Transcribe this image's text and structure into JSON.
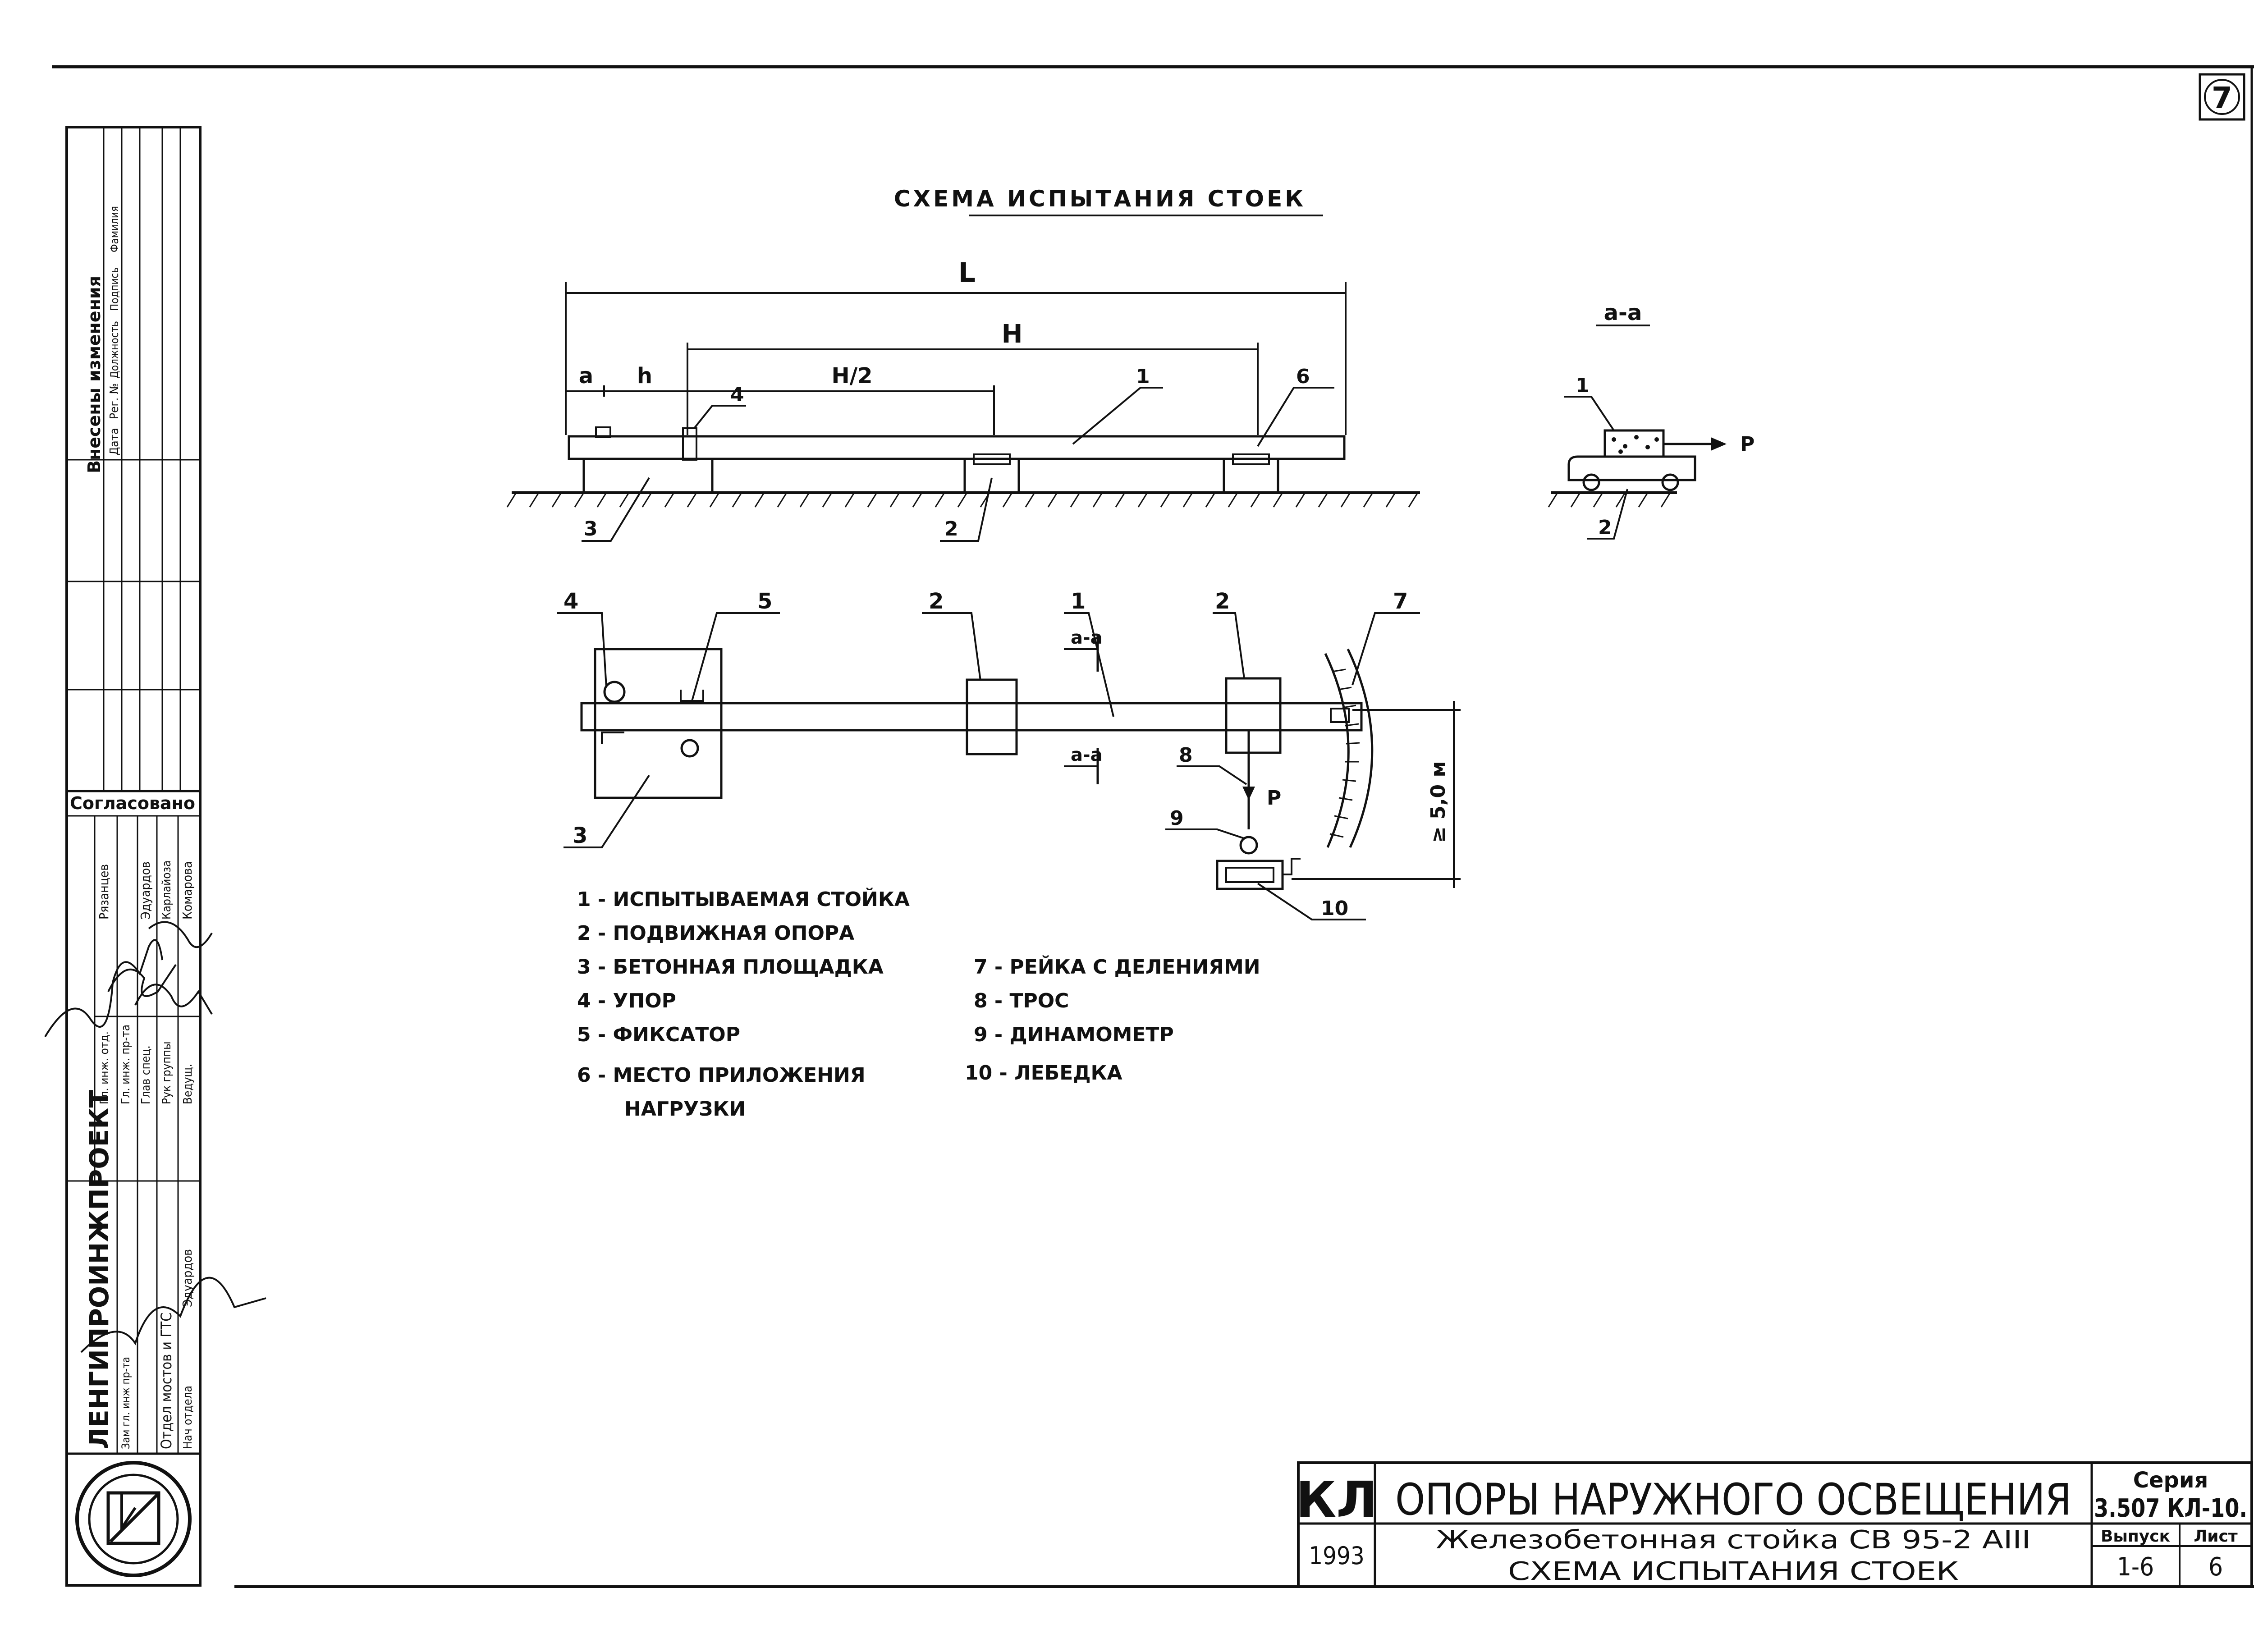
{
  "sheet_number": "7",
  "title": "СХЕМА ИСПЫТАНИЯ СТОЕК",
  "section_label": "а-а",
  "dimensions": {
    "L": "L",
    "H": "H",
    "H_half": "H/2",
    "a": "а",
    "h": "h",
    "min_distance": "≥ 5,0 м",
    "force": "P"
  },
  "callouts": [
    "1",
    "2",
    "3",
    "4",
    "5",
    "6",
    "7",
    "8",
    "9",
    "10"
  ],
  "legend_left": [
    "1 - ИСПЫТЫВАЕМАЯ  СТОЙКА",
    "2 - ПОДВИЖНАЯ ОПОРА",
    "3 - БЕТОННАЯ ПЛОЩАДКА",
    "4 - УПОР",
    "5 - ФИКСАТОР",
    "6 - МЕСТО ПРИЛОЖЕНИЯ",
    "НАГРУЗКИ"
  ],
  "legend_right": [
    "7 - РЕЙКА С ДЕЛЕНИЯМИ",
    "8 - ТРОС",
    "9 - ДИНАМОМЕТР",
    "10 - ЛЕБЕДКА"
  ],
  "side_stamp": {
    "changes_header": "Внесены  изменения",
    "changes_columns": [
      "Дата",
      "Рег. №",
      "Должность",
      "Подпись",
      "Фамилия"
    ],
    "approved": "Согласовано",
    "organization": "ЛЕНГИПРОИНЖПРОЕКТ",
    "roles": [
      "Гл. инж. отд.",
      "Гл. инж. пр-та",
      "Глав спец.",
      "Рук группы",
      "Ведущ."
    ],
    "names": [
      "Рязанцев",
      "Эдуардов",
      "Карлайоза",
      "Комарова"
    ],
    "dept": "Отдел мостов и ГТС",
    "head_roles": [
      "Зам гл. инж пр-та",
      "Нач отдела"
    ],
    "head_name": "Эдуардов"
  },
  "title_block": {
    "code": "КЛ",
    "year": "1993",
    "main_title": "ОПОРЫ НАРУЖНОГО ОСВЕЩЕНИЯ",
    "subtitle_1": "Железобетонная стойка СВ 95-2 АIII",
    "subtitle_2": "СХЕМА ИСПЫТАНИЯ СТОЕК",
    "series_label": "Серия",
    "series_value": "3.507 КЛ-10.",
    "issue_label": "Выпуск",
    "issue_value": "1-6",
    "sheet_label": "Лист",
    "sheet_value": "6"
  }
}
